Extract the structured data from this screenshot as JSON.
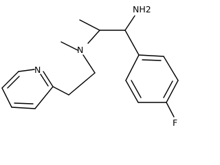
{
  "molecule": {
    "atoms": {
      "amine": "NH2",
      "tertiary_amine": "N",
      "pyridine_nitrogen": "N",
      "fluorine": "F"
    }
  }
}
